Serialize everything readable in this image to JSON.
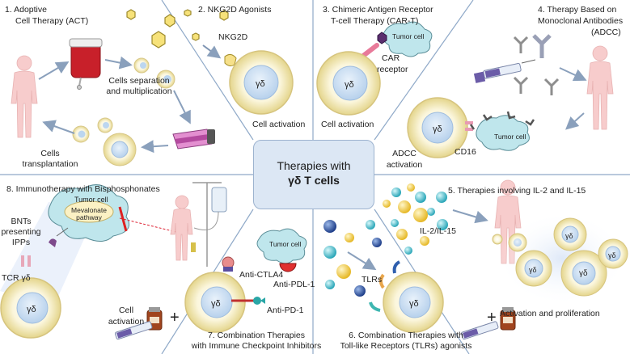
{
  "center": {
    "line1": "Therapies with",
    "line2": "γδ T cells"
  },
  "sections": {
    "s1": {
      "title1": "1. Adoptive",
      "title2": "Cell Therapy (ACT)",
      "sep1": "Cells separation",
      "sep2": "and multiplication",
      "trans1": "Cells",
      "trans2": "transplantation"
    },
    "s2": {
      "title": "2. NKG2D Agonists",
      "receptor": "NKG2D",
      "activation": "Cell activation"
    },
    "s3": {
      "title1": "3. Chimeric Antigen Receptor",
      "title2": "T-cell Therapy (CAR-T)",
      "tumor": "Tumor cell",
      "car1": "CAR",
      "car2": "receptor",
      "activation": "Cell activation"
    },
    "s4": {
      "title1": "4. Therapy Based on",
      "title2": "Monoclonal Antibodies",
      "title3": "(ADCC)",
      "tumor": "Tumor cell",
      "cd16": "CD16",
      "adcc1": "ADCC",
      "adcc2": "activation"
    },
    "s5": {
      "title": "5. Therapies involving IL-2 and IL-15",
      "il": "IL-2/IL-15",
      "result": "Activation and proliferation"
    },
    "s6": {
      "title1": "6. Combination Therapies with",
      "title2": "Toll-like Receptors (TLRs) agonists",
      "tlrs": "TLRs"
    },
    "s7": {
      "title1": "7. Combination Therapies",
      "title2": "with Immune Checkpoint Inhibitors",
      "tumor": "Tumor cell",
      "ctla4": "Anti-CTLA4",
      "pdl1": "Anti-PDL-1",
      "pd1": "Anti-PD-1"
    },
    "s8": {
      "title": "8. Immunotherapy with Bisphosphonates",
      "tumor": "Tumor cell",
      "mev1": "Mevalonate",
      "mev2": "pathway",
      "bnt1": "BNTs",
      "bnt2": "presenting",
      "bnt3": "IPPs",
      "tcr": "TCR γδ",
      "act1": "Cell",
      "act2": "activation"
    }
  },
  "cell_label": "γδ",
  "plus": "+",
  "colors": {
    "cell_ring": "#f1e4a6",
    "cell_core": "#cfe2f5",
    "tumor": "#aee0e8",
    "body": "#f6c9c9",
    "divider": "#8aa7c8",
    "arrow": "#7d93ad"
  }
}
